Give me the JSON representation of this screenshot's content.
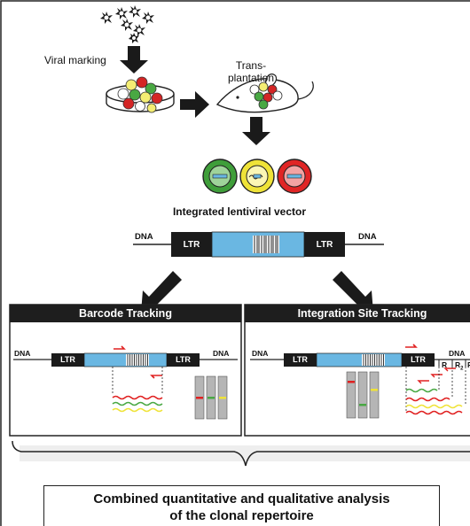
{
  "steps": {
    "viral_marking": "Viral marking",
    "transplantation_1": "Trans-",
    "transplantation_2": "plantation",
    "vector_title": "Integrated lentiviral vector"
  },
  "vector": {
    "dna_left": "DNA",
    "dna_right": "DNA",
    "ltr_left": "LTR",
    "ltr_right": "LTR"
  },
  "panels": {
    "barcode": {
      "title": "Barcode Tracking",
      "dna_left": "DNA",
      "dna_right": "DNA",
      "ltr_left": "LTR",
      "ltr_right": "LTR"
    },
    "integration": {
      "title": "Integration Site Tracking",
      "dna_left": "DNA",
      "dna_right": "DNA",
      "ltr_left": "LTR",
      "ltr_right": "LTR",
      "r1": "R",
      "r2": "R",
      "r2_sub": "2",
      "r3": "R"
    }
  },
  "summary": {
    "line1": "Combined quantitative and qualitative analysis",
    "line2": "of the clonal repertoire"
  },
  "colors": {
    "vector_blue": "#6ab7e2",
    "ltr_black": "#1b1b1b",
    "header_black": "#1e1e1e",
    "arrow_black": "#1a1a1a",
    "red": "#e02020",
    "green": "#49a843",
    "yellow": "#efe338",
    "gel_gray": "#b5b5b5",
    "bracket_band": "#eeeeee"
  }
}
